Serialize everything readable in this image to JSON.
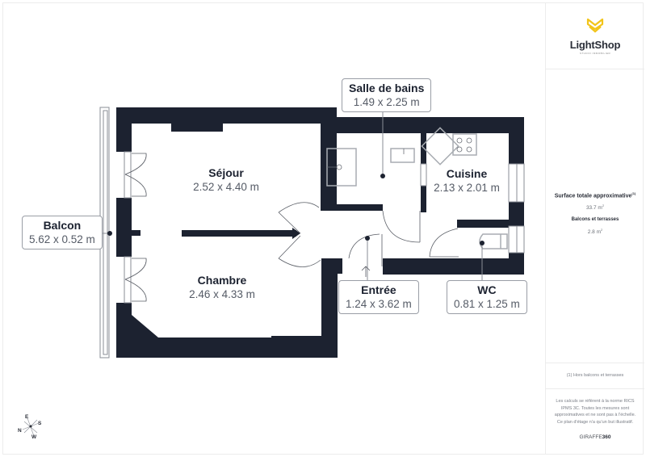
{
  "brand": {
    "logo_name": "LightShop",
    "logo_tagline": "STUDIO IMMOBILIER",
    "accent_color": "#f2c419",
    "footer_brand_prefix": "GIRAFFE",
    "footer_brand_suffix": "360"
  },
  "summary": {
    "total_label": "Surface totale approximative",
    "total_footnote_marker": "(1)",
    "total_value": "33.7 m",
    "total_unit_sup": "2",
    "balcony_label": "Balcons et terrasses",
    "balcony_value": "2.8 m",
    "balcony_unit_sup": "2",
    "footnote": "(1) Hors balcons et terrasses",
    "disclaimer": "Les calculs se réfèrent à la norme RICS IPMS 3C. Toutes les mesures sont approximatives et ne sont pas à l'échelle. Ce plan d'étage n'a qu'un but illustratif."
  },
  "rooms": [
    {
      "name": "Séjour",
      "dims": "2.52 x 4.40 m"
    },
    {
      "name": "Chambre",
      "dims": "2.46 x 4.33 m"
    },
    {
      "name": "Salle de bains",
      "dims": "1.49 x 2.25 m"
    },
    {
      "name": "Cuisine",
      "dims": "2.13 x 2.01 m"
    },
    {
      "name": "Entrée",
      "dims": "1.24 x 3.62 m"
    },
    {
      "name": "WC",
      "dims": "0.81 x 1.25 m"
    },
    {
      "name": "Balcon",
      "dims": "5.62 x 0.52 m"
    }
  ],
  "compass": {
    "n": "N",
    "e": "E",
    "s": "S",
    "w": "W"
  },
  "colors": {
    "wall": "#1c2230",
    "fixture": "#a8acb2",
    "text": "#1c2230"
  }
}
